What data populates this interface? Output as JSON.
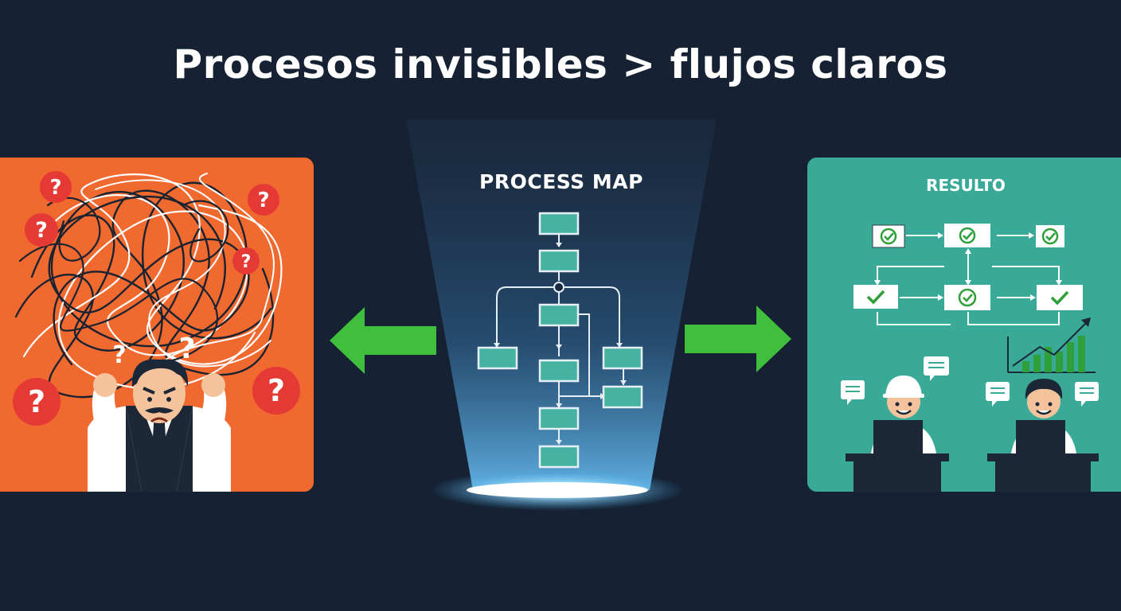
{
  "title": "Procesos invisibles > flujos claros",
  "center_panel": {
    "label": "PROCESS MAP"
  },
  "right_panel": {
    "label": "RESULTO"
  },
  "colors": {
    "background": "#162233",
    "chaos_panel": "#f06a30",
    "result_panel": "#3aaa98",
    "arrow": "#3fbf3c",
    "flow_box": "#46b3a2",
    "question_badge": "#e53935",
    "check": "#2e9f3a"
  },
  "icons": [
    "question-mark-icon",
    "tangled-lines",
    "stressed-person",
    "left-arrow-icon",
    "right-arrow-icon",
    "check-icon",
    "chat-bubble-icon",
    "bar-chart-icon",
    "trend-arrow-icon"
  ]
}
